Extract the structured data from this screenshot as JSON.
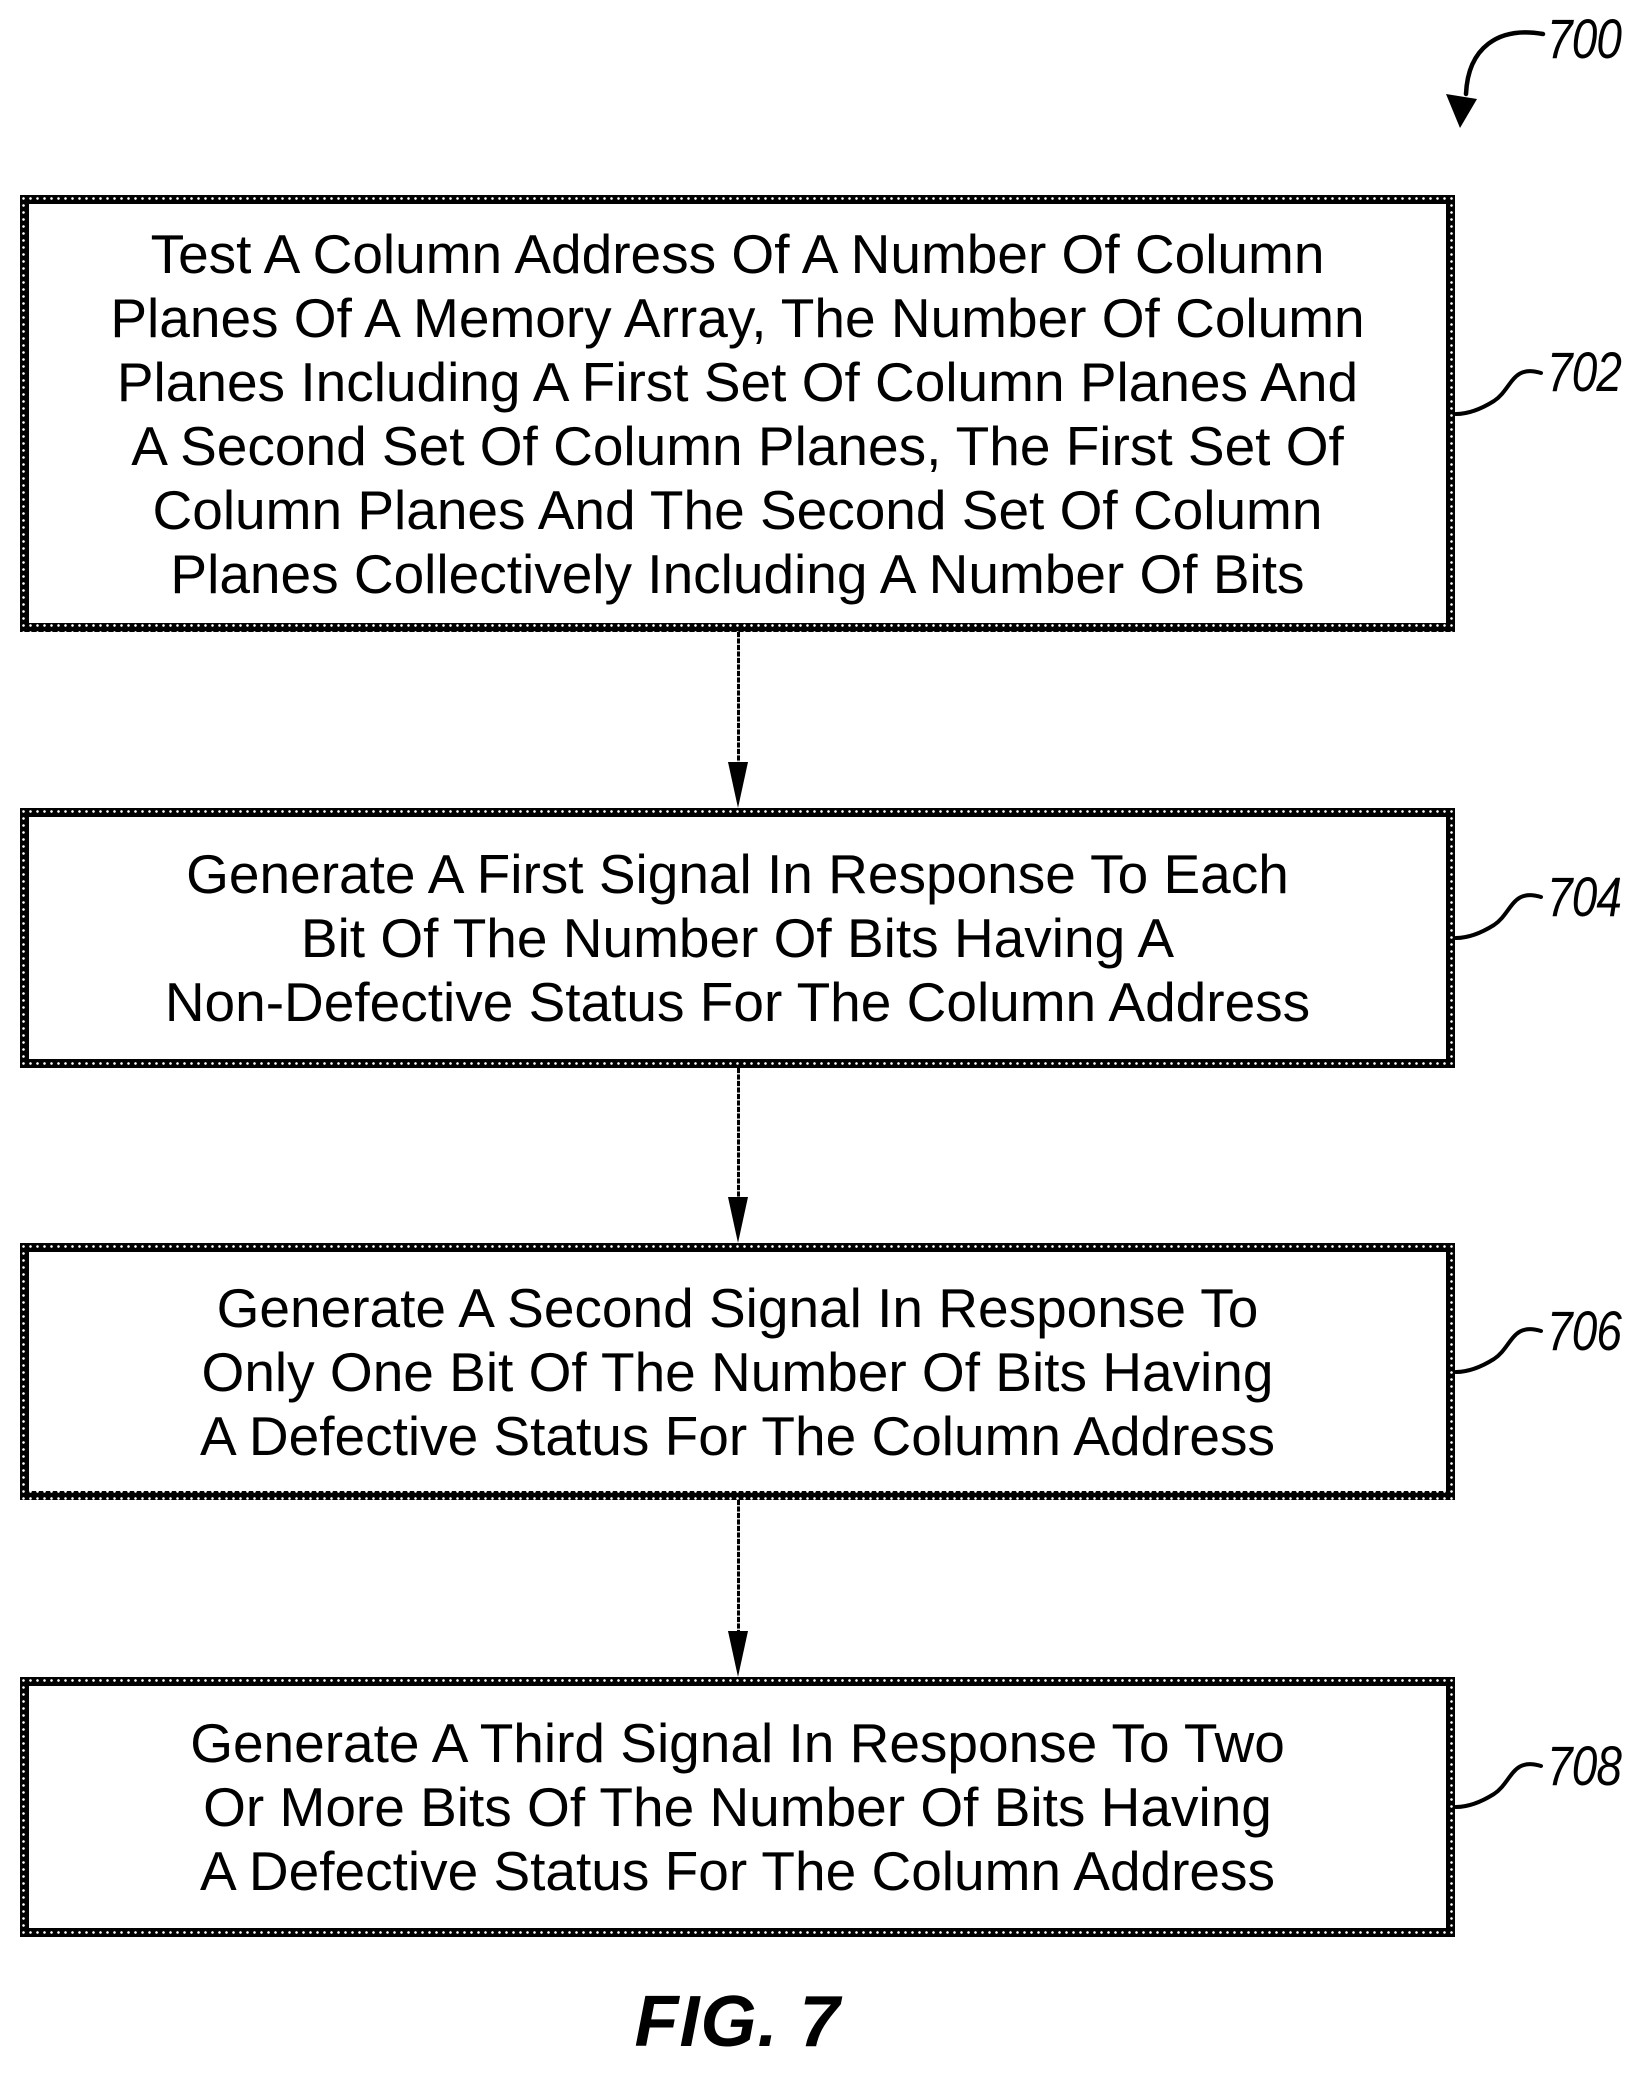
{
  "figure": {
    "overall_ref": "700",
    "caption": "FIG. 7"
  },
  "colors": {
    "ink": "#000000",
    "background": "#ffffff"
  },
  "steps": [
    {
      "ref": "702",
      "lines": [
        "Test A Column Address Of A Number Of Column",
        "Planes Of A Memory Array, The Number Of Column",
        "Planes Including A First Set Of Column Planes And",
        "A Second Set Of Column Planes, The First Set Of",
        "Column Planes And The Second Set Of Column",
        "Planes Collectively Including A Number Of Bits"
      ]
    },
    {
      "ref": "704",
      "lines": [
        "Generate A First Signal In Response To Each",
        "Bit Of The Number Of Bits Having A",
        "Non-Defective Status For The Column Address"
      ]
    },
    {
      "ref": "706",
      "lines": [
        "Generate A Second Signal In Response To",
        "Only One Bit Of The Number Of Bits Having",
        "A Defective Status For The Column Address"
      ]
    },
    {
      "ref": "708",
      "lines": [
        "Generate A Third Signal In Response To Two",
        "Or More Bits Of The Number Of Bits Having",
        "A Defective Status For The Column Address"
      ]
    }
  ]
}
